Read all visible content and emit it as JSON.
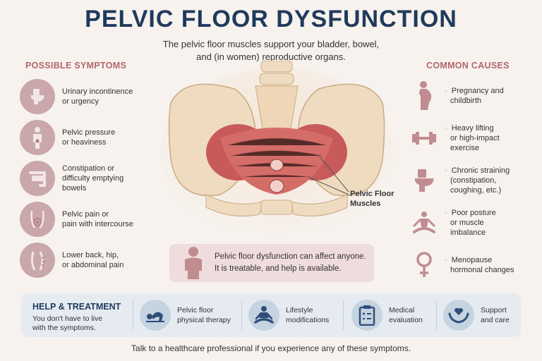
{
  "title": "PELVIC FLOOR DYSFUNCTION",
  "subtitle_line1": "The pelvic floor muscles support your bladder, bowel,",
  "subtitle_line2": "and (in women) reproductive organs.",
  "symptoms": {
    "heading": "POSSIBLE SYMPTOMS",
    "items": [
      {
        "line1": "Urinary incontinence",
        "line2": "or urgency",
        "line3": "",
        "icon": "toilet-icon"
      },
      {
        "line1": "Pelvic pressure",
        "line2": "or heaviness",
        "line3": "",
        "icon": "person-pressure-icon"
      },
      {
        "line1": "Constipation or",
        "line2": "difficulty emptying",
        "line3": "bowels",
        "icon": "intestine-icon"
      },
      {
        "line1": "Pelvic pain or",
        "line2": "pain with intercourse",
        "line3": "",
        "icon": "pelvic-pain-icon"
      },
      {
        "line1": "Lower back, hip,",
        "line2": "or abdominal pain",
        "line3": "",
        "icon": "back-pain-icon"
      }
    ]
  },
  "causes": {
    "heading": "COMMON CAUSES",
    "items": [
      {
        "line1": "Pregnancy and",
        "line2": "childbirth",
        "line3": "",
        "icon": "pregnancy-icon"
      },
      {
        "line1": "Heavy lifting",
        "line2": "or high-impact",
        "line3": "exercise",
        "icon": "dumbbell-icon"
      },
      {
        "line1": "Chronic straining",
        "line2": "(constipation,",
        "line3": "coughing, etc.)",
        "icon": "toilet-icon"
      },
      {
        "line1": "Poor posture",
        "line2": "or muscle",
        "line3": "imbalance",
        "icon": "posture-icon"
      },
      {
        "line1": "Menopause",
        "line2": "hormonal changes",
        "line3": "",
        "icon": "female-symbol-icon"
      }
    ]
  },
  "pelvis_label_line1": "Pelvic Floor",
  "pelvis_label_line2": "Muscles",
  "note": {
    "line1": "Pelvic floor dysfunction can affect anyone.",
    "line2": "It is treatable, and help is available."
  },
  "help": {
    "heading": "HELP & TREATMENT",
    "sub_line1": "You don't have to live",
    "sub_line2": "with the symptoms.",
    "items": [
      {
        "line1": "Pelvic floor",
        "line2": "physical therapy",
        "icon": "exercise-icon"
      },
      {
        "line1": "Lifestyle",
        "line2": "modifications",
        "icon": "meditation-icon"
      },
      {
        "line1": "Medical",
        "line2": "evaluation",
        "icon": "clipboard-icon"
      },
      {
        "line1": "Support",
        "line2": "and care",
        "icon": "heart-hands-icon"
      }
    ]
  },
  "footer": "Talk to a healthcare professional if you experience any of these symptoms.",
  "colors": {
    "title": "#1f3a5c",
    "accent_rose": "#b2666b",
    "icon_rose": "#c9a7ab",
    "help_bg": "#e5ebf1",
    "muscle": "#c85a5a",
    "bone": "#efdcc0"
  }
}
